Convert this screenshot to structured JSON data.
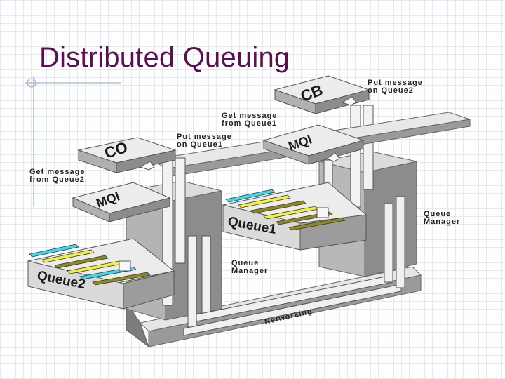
{
  "slide": {
    "title": "Distributed Queuing"
  },
  "diagram": {
    "labels": {
      "cb": "CB",
      "co": "CO",
      "mqi_right": "MQI",
      "mqi_left": "MQI",
      "queue1": "Queue1",
      "queue2": "Queue2",
      "put_queue2_line1": "Put message",
      "put_queue2_line2": "on Queue2",
      "get_queue1_line1": "Get message",
      "get_queue1_line2": "from Queue1",
      "put_queue1_line1": "Put message",
      "put_queue1_line2": "on Queue1",
      "get_queue2_line1": "Get message",
      "get_queue2_line2": "from Queue2",
      "qm_right_line1": "Queue",
      "qm_right_line2": "Manager",
      "qm_center_line1": "Queue",
      "qm_center_line2": "Manager",
      "networking": "Networking"
    },
    "colors": {
      "title": "#5a1050",
      "message_cyan": "#40d8e8",
      "message_yellow": "#f0f040",
      "message_olive": "#8a8a20",
      "structure_light": "#e4e4e4",
      "structure_mid": "#bdbdbd",
      "structure_dark": "#8c8c8c"
    }
  }
}
